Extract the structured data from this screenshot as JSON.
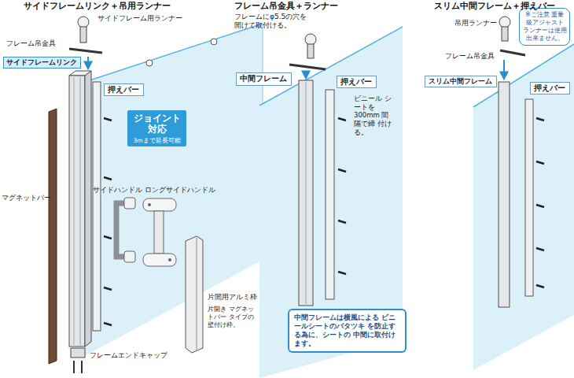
{
  "diagram": {
    "nodes": [
      {
        "text": [
          "サイドフレームリンク"
        ]
      },
      {
        "text": [
          "押えバー"
        ]
      },
      {
        "text": [
          "ジョイント 対応",
          "3mまで延長可能"
        ]
      },
      {
        "text": [
          "中間フレーム"
        ]
      },
      {
        "text": [
          "押えバー"
        ]
      },
      {
        "text": [
          "中間フレームは横風による ビニールシートのバタツキ を防止する為に、シートの 中間に取付けます。"
        ]
      },
      {
        "text": [
          "※ご注意 重量級アジャスト ランナーは使用 出来ません。"
        ]
      },
      {
        "text": [
          "スリム中間フレーム"
        ]
      },
      {
        "text": [
          "押えバー"
        ]
      }
    ],
    "labels": [
      "サイドフレームリンク＋吊用ランナー",
      "サイドフレーム用ランナー",
      "フレーム吊金具",
      "マグネットバー",
      "サイドハンドル",
      "ロングサイドハンドル",
      "片開用アルミ枠",
      "片開き マグネットバー タイプの 壁付け枠。",
      "フレームエンドキャップ",
      "フレーム吊金具＋ランナー",
      "フレームにφ5.5の穴を 開けて取付ける。",
      "ビニール シートを 300mm 間隔で締 付ける。",
      "スリム中間フレーム＋押えバー",
      "吊用ランナー",
      "フレーム吊金具"
    ]
  }
}
